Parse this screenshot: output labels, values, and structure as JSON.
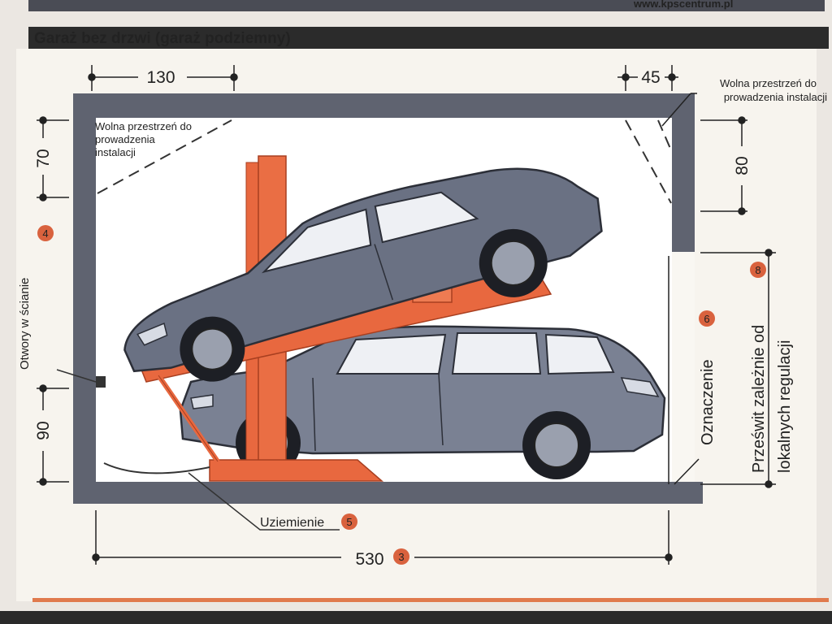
{
  "header": {
    "title": "Garaż bez drzwi (garaż podziemny)",
    "top_url": "www.kpscentrum.pl"
  },
  "dimensions": {
    "top_left_width": "130",
    "top_right_width": "45",
    "left_top_height": "70",
    "left_bottom_height": "90",
    "right_top_height": "80",
    "bottom_width": "530"
  },
  "labels": {
    "free_space_left": [
      "Wolna przestrzeń do",
      "prowadzenia",
      "instalacji"
    ],
    "free_space_right": [
      "Wolna przestrzeń do",
      "prowadzenia instalacji"
    ],
    "wall_openings": "Otwory w ścianie",
    "wall_openings_num": "4",
    "grounding": "Uziemienie",
    "grounding_num": "5",
    "marking": "Oznaczenie",
    "marking_num": "6",
    "clearance": [
      "Prześwit zależnie od",
      "lokalnych regulacji"
    ],
    "clearance_num": "8",
    "width_num": "3"
  },
  "colors": {
    "header_bg": "#2b2b2b",
    "wall": "#5f6370",
    "lift": "#e8683f",
    "badge": "#d9623e",
    "car": "#747b8c",
    "floor_bg": "#f7f4ee",
    "bottom_rule": "#e07a4d"
  }
}
